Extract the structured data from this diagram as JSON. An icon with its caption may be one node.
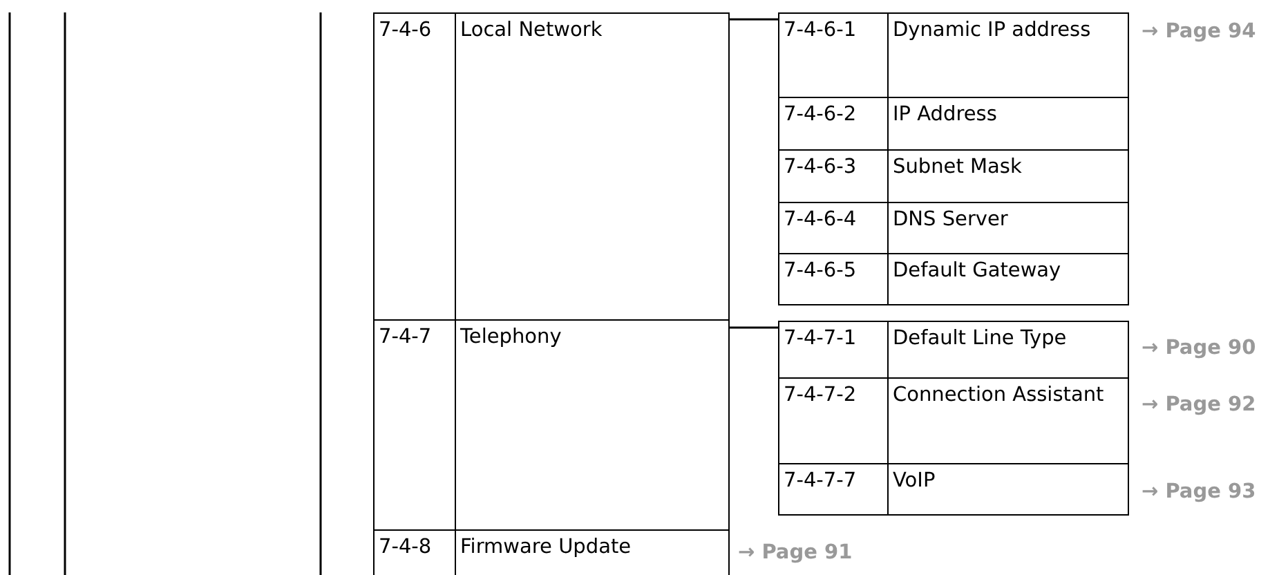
{
  "diagram": {
    "nodes": [
      {
        "text": [
          "7-4-6",
          "Local Network"
        ]
      },
      {
        "text": [
          "7-4-7",
          "Telephony"
        ]
      },
      {
        "text": [
          "7-4-8",
          "Firmware Update"
        ],
        "beside": [
          "→ Page 91"
        ]
      },
      {
        "text": [
          "7-4-6-1",
          "Dynamic IP address"
        ],
        "beside": [
          "→ Page 94"
        ]
      },
      {
        "text": [
          "7-4-6-2",
          "IP Address"
        ]
      },
      {
        "text": [
          "7-4-6-3",
          "Subnet Mask"
        ]
      },
      {
        "text": [
          "7-4-6-4",
          "DNS Server"
        ]
      },
      {
        "text": [
          "7-4-6-5",
          "Default Gateway"
        ]
      },
      {
        "text": [
          "7-4-7-1",
          "Default Line Type"
        ],
        "beside": [
          "→ Page 90"
        ]
      },
      {
        "text": [
          "7-4-7-2",
          "Connection Assistant"
        ],
        "beside": [
          "→ Page 92"
        ]
      },
      {
        "text": [
          "7-4-7-7",
          "VoIP"
        ],
        "beside": [
          "→ Page 93"
        ]
      }
    ],
    "edges": [
      {
        "from": 0,
        "to": 3,
        "arrow": "none"
      },
      {
        "from": 1,
        "to": 8,
        "arrow": "none"
      }
    ]
  }
}
